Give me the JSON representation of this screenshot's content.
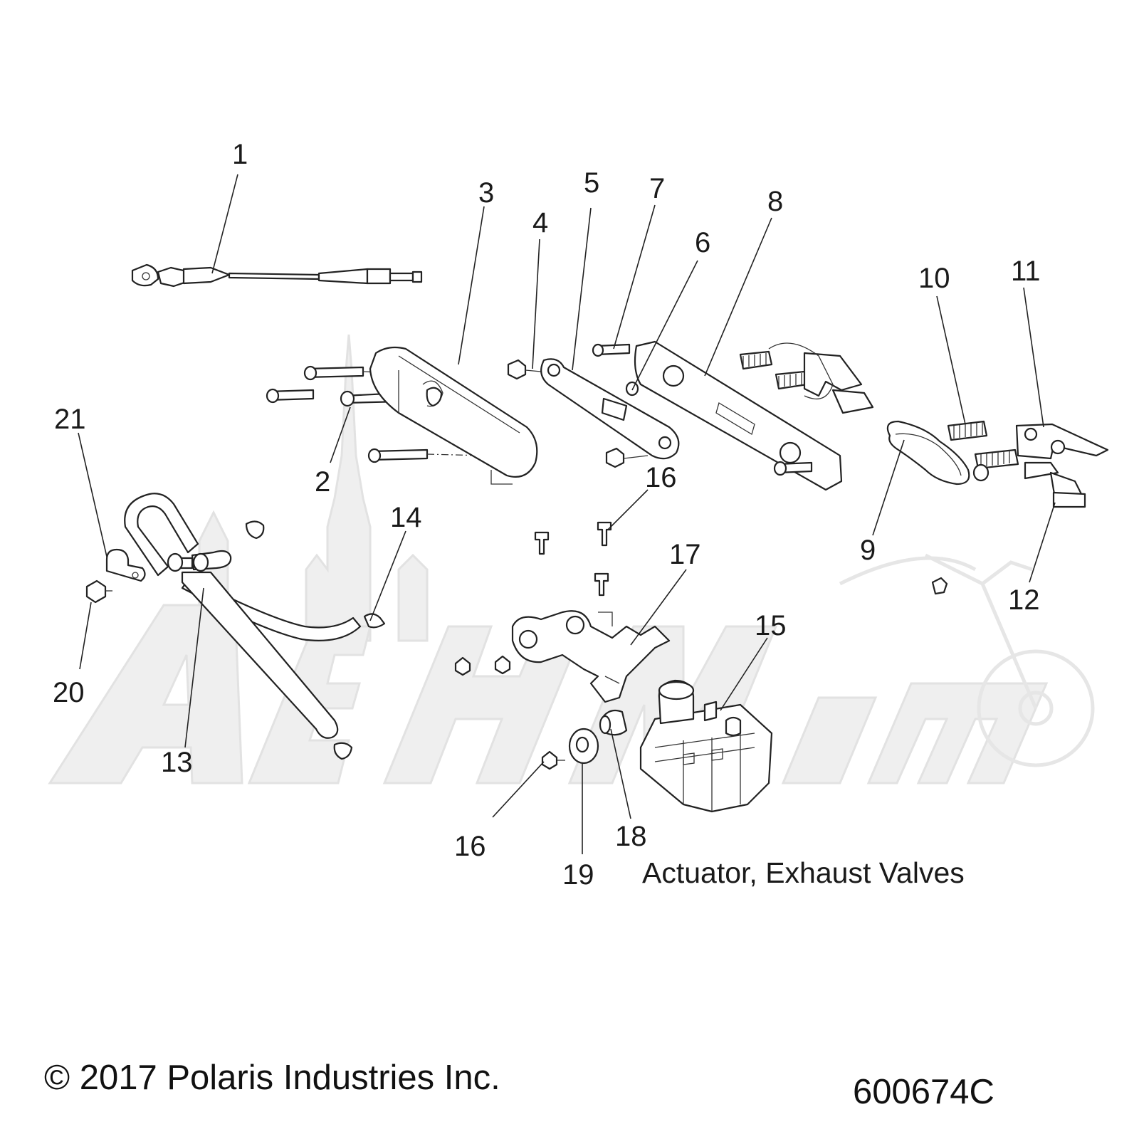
{
  "callouts": [
    {
      "id": "1",
      "label": "1"
    },
    {
      "id": "2",
      "label": "2"
    },
    {
      "id": "3",
      "label": "3"
    },
    {
      "id": "4",
      "label": "4"
    },
    {
      "id": "5",
      "label": "5"
    },
    {
      "id": "6",
      "label": "6"
    },
    {
      "id": "7",
      "label": "7"
    },
    {
      "id": "8",
      "label": "8"
    },
    {
      "id": "9",
      "label": "9"
    },
    {
      "id": "10",
      "label": "10"
    },
    {
      "id": "11",
      "label": "11"
    },
    {
      "id": "12",
      "label": "12"
    },
    {
      "id": "13",
      "label": "13"
    },
    {
      "id": "14",
      "label": "14"
    },
    {
      "id": "15",
      "label": "15"
    },
    {
      "id": "16a",
      "label": "16"
    },
    {
      "id": "16b",
      "label": "16"
    },
    {
      "id": "17",
      "label": "17"
    },
    {
      "id": "18",
      "label": "18"
    },
    {
      "id": "19",
      "label": "19"
    },
    {
      "id": "20",
      "label": "20"
    },
    {
      "id": "21",
      "label": "21"
    }
  ],
  "caption": "Actuator, Exhaust Valves",
  "copyright": "© 2017 Polaris Industries Inc.",
  "part_number": "600674C",
  "watermark": {
    "text": "AeHMam",
    "style": "light-grey"
  },
  "colors": {
    "line": "#222222",
    "text": "#1a1a1a",
    "watermark": "#efefef"
  }
}
